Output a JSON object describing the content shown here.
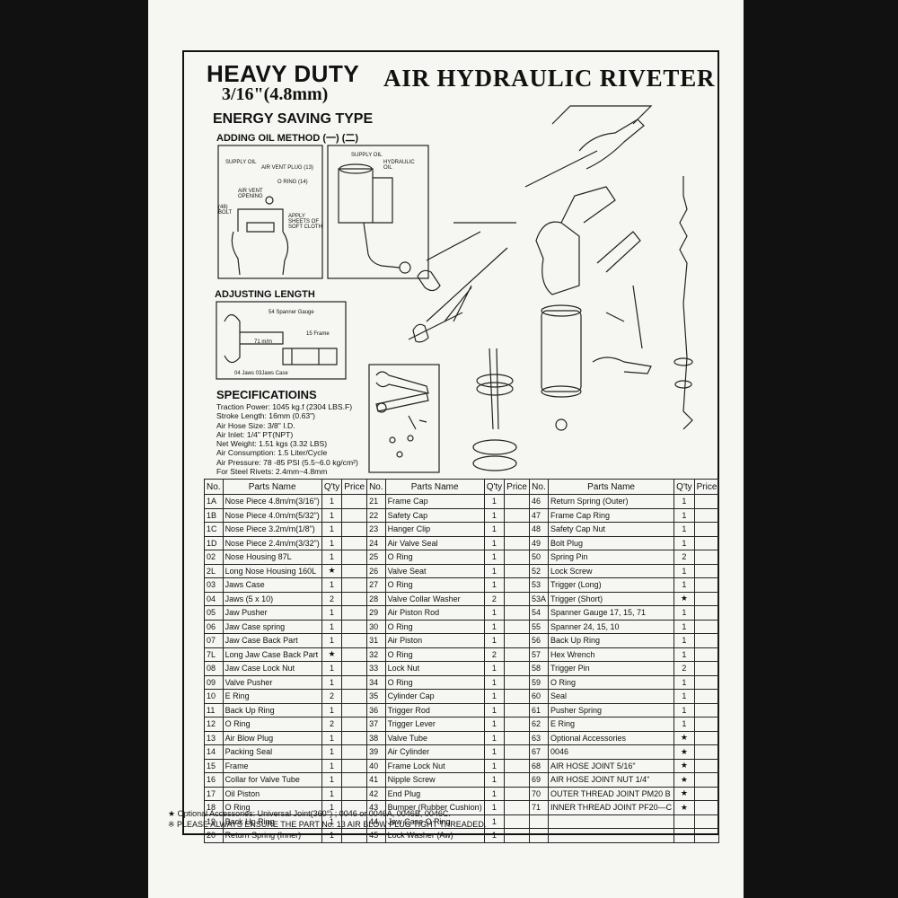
{
  "header": {
    "heavy_duty": "HEAVY DUTY",
    "size": "3/16\"(4.8mm)",
    "title": "AIR HYDRAULIC RIVETER",
    "energy": "ENERGY SAVING TYPE",
    "oil_method": "ADDING OIL METHOD (一) (二)",
    "adjusting": "ADJUSTING LENGTH",
    "specs_title": "SPECIFICATIOINS"
  },
  "diagram_labels": {
    "supply_oil": "SUPPLY OIL",
    "air_vent_plug": "AIR VENT PLUG (13)",
    "o_ring_14": "O RING (14)",
    "air_vent_opening": "AIR VENT OPENING",
    "bolt_48": "(48) BOLT",
    "apply_sheets": "APPLY SHEETS OF SOFT CLOTH",
    "supply_oil_2": "SUPPLY OIL",
    "hydraulic_oil": "HYDRAULIC OIL",
    "spanner_gauge": "54 Spanner Gauge",
    "frame_15": "15 Frame",
    "mm_71": "71 m/m",
    "jaws_case": "04 Jaws 03Jaws Case"
  },
  "specs": [
    "Traction Power: 1045 kg.f (2304 LBS.F)",
    "Stroke Length: 16mm (0.63\")",
    "Air Hose Size: 3/8\" I.D.",
    "Air Inlet: 1/4\" PT(NPT)",
    "Net Weight: 1.51 kgs (3.32 LBS)",
    "Air Consumption: 1.5 Liter/Cycle",
    "Air Pressure: 78 -85 PSI  (5.5~6.0 kg/cm²)",
    "For Steel Rivets: 2.4mm~4.8mm"
  ],
  "table": {
    "headers": [
      "No.",
      "Parts Name",
      "Q'ty",
      "Price",
      "No.",
      "Parts Name",
      "Q'ty",
      "Price",
      "No.",
      "Parts Name",
      "Q'ty",
      "Price"
    ],
    "rows": [
      [
        [
          "1A",
          "Nose Piece 4.8m/m(3/16\")",
          "1"
        ],
        [
          "21",
          "Frame Cap",
          "1"
        ],
        [
          "46",
          "Return Spring (Outer)",
          "1"
        ]
      ],
      [
        [
          "1B",
          "Nose Piece 4.0m/m(5/32\")",
          "1"
        ],
        [
          "22",
          "Safety Cap",
          "1"
        ],
        [
          "47",
          "Frame Cap Ring",
          "1"
        ]
      ],
      [
        [
          "1C",
          "Nose Piece 3.2m/m(1/8\")",
          "1"
        ],
        [
          "23",
          "Hanger Clip",
          "1"
        ],
        [
          "48",
          "Safety Cap Nut",
          "1"
        ]
      ],
      [
        [
          "1D",
          "Nose Piece 2.4m/m(3/32\")",
          "1"
        ],
        [
          "24",
          "Air Valve Seal",
          "1"
        ],
        [
          "49",
          "Bolt Plug",
          "1"
        ]
      ],
      [
        [
          "02",
          "Nose Housing 87L",
          "1"
        ],
        [
          "25",
          "O Ring",
          "1"
        ],
        [
          "50",
          "Spring Pin",
          "2"
        ]
      ],
      [
        [
          "2L",
          "Long Nose Housing 160L",
          "★"
        ],
        [
          "26",
          "Valve Seat",
          "1"
        ],
        [
          "52",
          "Lock Screw",
          "1"
        ]
      ],
      [
        [
          "03",
          "Jaws Case",
          "1"
        ],
        [
          "27",
          "O Ring",
          "1"
        ],
        [
          "53",
          "Trigger (Long)",
          "1"
        ]
      ],
      [
        [
          "04",
          "Jaws (5 x 10)",
          "2"
        ],
        [
          "28",
          "Valve Collar Washer",
          "2"
        ],
        [
          "53A",
          "Trigger (Short)",
          "★"
        ]
      ],
      [
        [
          "05",
          "Jaw Pusher",
          "1"
        ],
        [
          "29",
          "Air Piston Rod",
          "1"
        ],
        [
          "54",
          "Spanner Gauge 17, 15, 71",
          "1"
        ]
      ],
      [
        [
          "06",
          "Jaw Case spring",
          "1"
        ],
        [
          "30",
          "O Ring",
          "1"
        ],
        [
          "55",
          "Spanner 24, 15, 10",
          "1"
        ]
      ],
      [
        [
          "07",
          "Jaw Case Back Part",
          "1"
        ],
        [
          "31",
          "Air Piston",
          "1"
        ],
        [
          "56",
          "Back Up Ring",
          "1"
        ]
      ],
      [
        [
          "7L",
          "Long Jaw Case Back Part",
          "★"
        ],
        [
          "32",
          "O Ring",
          "2"
        ],
        [
          "57",
          "Hex Wrench",
          "1"
        ]
      ],
      [
        [
          "08",
          "Jaw Case Lock Nut",
          "1"
        ],
        [
          "33",
          "Lock Nut",
          "1"
        ],
        [
          "58",
          "Trigger Pin",
          "2"
        ]
      ],
      [
        [
          "09",
          "Valve Pusher",
          "1"
        ],
        [
          "34",
          "O Ring",
          "1"
        ],
        [
          "59",
          "O Ring",
          "1"
        ]
      ],
      [
        [
          "10",
          "E Ring",
          "2"
        ],
        [
          "35",
          "Cylinder Cap",
          "1"
        ],
        [
          "60",
          "Seal",
          "1"
        ]
      ],
      [
        [
          "11",
          "Back Up Ring",
          "1"
        ],
        [
          "36",
          "Trigger Rod",
          "1"
        ],
        [
          "61",
          "Pusher Spring",
          "1"
        ]
      ],
      [
        [
          "12",
          "O Ring",
          "2"
        ],
        [
          "37",
          "Trigger Lever",
          "1"
        ],
        [
          "62",
          "E Ring",
          "1"
        ]
      ],
      [
        [
          "13",
          "Air Blow Plug",
          "1"
        ],
        [
          "38",
          "Valve Tube",
          "1"
        ],
        [
          "63",
          "Optional Accessories",
          "★"
        ]
      ],
      [
        [
          "14",
          "Packing Seal",
          "1"
        ],
        [
          "39",
          "Air Cylinder",
          "1"
        ],
        [
          "67",
          "0046",
          "★"
        ]
      ],
      [
        [
          "15",
          "Frame",
          "1"
        ],
        [
          "40",
          "Frame Lock Nut",
          "1"
        ],
        [
          "68",
          "AIR HOSE JOINT 5/16\"",
          "★"
        ]
      ],
      [
        [
          "16",
          "Collar for Valve Tube",
          "1"
        ],
        [
          "41",
          "Nipple Screw",
          "1"
        ],
        [
          "69",
          "AIR HOSE JOINT NUT 1/4\"",
          "★"
        ]
      ],
      [
        [
          "17",
          "Oil Piston",
          "1"
        ],
        [
          "42",
          "End Plug",
          "1"
        ],
        [
          "70",
          "OUTER THREAD JOINT PM20  B",
          "★"
        ]
      ],
      [
        [
          "18",
          "O Ring",
          "1"
        ],
        [
          "43",
          "Bumper (Rubber Cushion)",
          "1"
        ],
        [
          "71",
          "INNER THREAD JOINT PF20—C",
          "★"
        ]
      ],
      [
        [
          "19",
          "Back Up Ring",
          "1"
        ],
        [
          "44",
          "Jaw Case O Ring",
          "1"
        ],
        [
          "",
          "",
          ""
        ]
      ],
      [
        [
          "20",
          "Return Spring (Inner)",
          "1"
        ],
        [
          "45",
          "Lock Washer (Aw)",
          "1"
        ],
        [
          "",
          "",
          ""
        ]
      ]
    ]
  },
  "notes": {
    "line1": "★ Optional Accessories: Universal Joint(360°) ;   0046 or   0046A,   0046B,   0046C.",
    "line2": "※ PLEASE ALWAYS ENSURE THE PART No. 13 AIR BLOW PLUG TIGHT THREADED."
  }
}
